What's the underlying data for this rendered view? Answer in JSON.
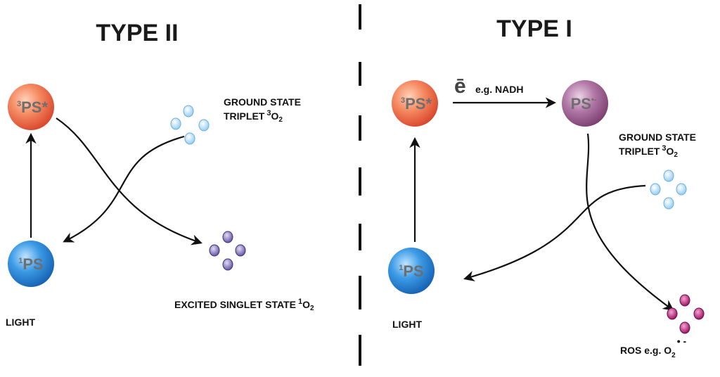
{
  "panels": {
    "left": {
      "title": "TYPE II",
      "nodes": {
        "excited_ps": {
          "sup": "3",
          "text": "PS*"
        },
        "ground_ps": {
          "sup": "1",
          "text": "PS"
        }
      },
      "labels": {
        "light": "LIGHT",
        "ground_state_line1": "GROUND STATE",
        "ground_state_line2": "TRIPLET",
        "ground_state_o2_sup": "3",
        "ground_state_o2": "O",
        "ground_state_o2_sub": "2",
        "excited_line": "EXCITED SINGLET STATE",
        "excited_o2_sup": "1",
        "excited_o2": "O",
        "excited_o2_sub": "2"
      }
    },
    "right": {
      "title": "TYPE I",
      "nodes": {
        "excited_ps": {
          "sup": "3",
          "text": "PS*"
        },
        "radical_ps": {
          "text": "PS",
          "sup": "•-"
        },
        "ground_ps": {
          "sup": "1",
          "text": "PS"
        }
      },
      "labels": {
        "light": "LIGHT",
        "electron": "ē",
        "electron_example": "e.g. NADH",
        "ground_state_line1": "GROUND STATE",
        "ground_state_line2": "TRIPLET",
        "ground_state_o2_sup": "3",
        "ground_state_o2": "O",
        "ground_state_o2_sub": "2",
        "ros": "ROS e.g. O",
        "ros_sub": "2",
        "ros_sup": "• -"
      }
    }
  },
  "colors": {
    "excited_ps": "#ef6a48",
    "ground_ps": "#2d8fd8",
    "radical_ps": "#a05c92",
    "ground_o2": "#a9d8f2",
    "singlet_o2": "#7b6cb0",
    "ros": "#b0146e",
    "divider": "#111111"
  }
}
